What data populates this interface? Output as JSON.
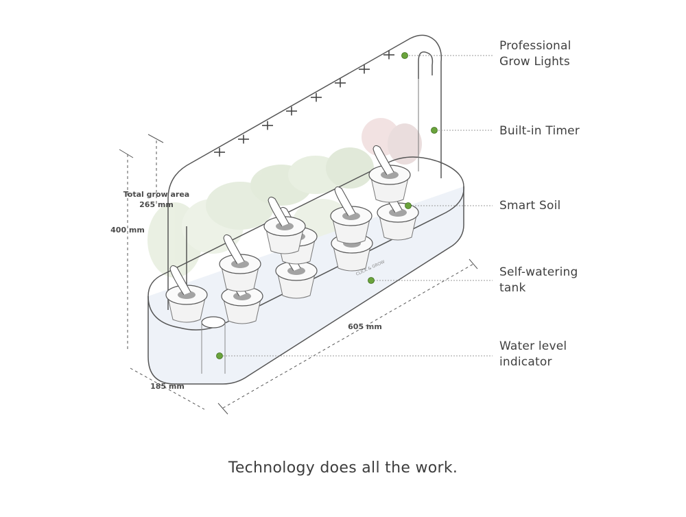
{
  "callouts": {
    "grow_lights": "Professional\nGrow Lights",
    "timer": "Built-in Timer",
    "soil": "Smart Soil",
    "tank": "Self-watering\ntank",
    "water_level": "Water level\nindicator"
  },
  "dimensions": {
    "grow_area": "Total grow area\n265 mm",
    "height": "400 mm",
    "length": "605 mm",
    "depth": "185 mm"
  },
  "brand_mark": "CLICK & GROW",
  "tagline": "Technology does all the work.",
  "colors": {
    "accent_dot": "#6aa33c",
    "outline": "#555555",
    "leader_line": "#9a9a9a",
    "plant": "#cfdcc0"
  }
}
